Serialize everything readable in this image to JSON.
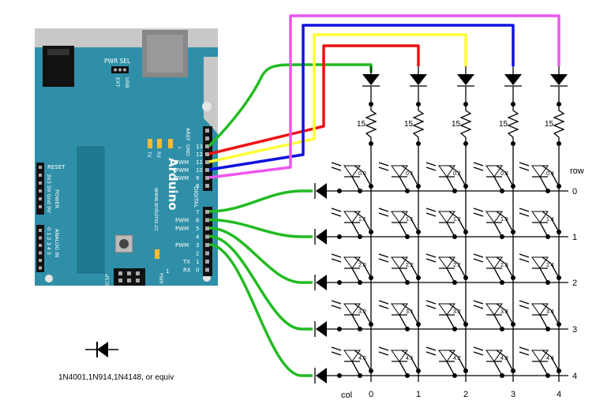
{
  "board": {
    "brand": "Arduino",
    "url": "www.arduino.cc",
    "pwr_sel": "PWR SEL",
    "ext": "EXT",
    "usb": "USB",
    "icsp": "ICSP",
    "pwr": "PWR",
    "one": "1",
    "tx": "TX",
    "rx": "RX",
    "l": "L",
    "digital": "DIGITAL",
    "aref": "AREF",
    "gnd": "GND",
    "reset": "RESET",
    "v33": "3V3",
    "power_pins": "5V Gnd 9V",
    "power": "POWER",
    "analog_in": "ANALOG IN",
    "analog_pins": "0 1 2 3 4 5",
    "pwm": "PWM",
    "digital_pins": [
      "13",
      "12",
      "11",
      "10",
      "9",
      "8",
      "7",
      "6",
      "5",
      "4",
      "3",
      "2",
      "1",
      "0"
    ]
  },
  "resistor_value": "15",
  "row_title": "row",
  "col_title": "col",
  "rows": [
    "0",
    "1",
    "2",
    "3",
    "4"
  ],
  "cols": [
    "0",
    "1",
    "2",
    "3",
    "4"
  ],
  "led_labels": [
    [
      "0.0",
      "0.1",
      "0.2",
      "0.3",
      "0.4"
    ],
    [
      "1.1",
      "1.1",
      "1.2",
      "1.3",
      "1.4"
    ],
    [
      "2.0",
      "2.2",
      "2.2",
      "2.3",
      "2.4"
    ],
    [
      "3.0",
      "3.1",
      "3.2",
      "3.3",
      "3.4"
    ],
    [
      "4.0",
      "4.1",
      "4.2",
      "4.3",
      "4.4"
    ]
  ],
  "diode_legend": "1N4001,1N914,1N4148, or equiv",
  "colors": {
    "board": "#2f8fa8",
    "green": "#22bb22",
    "red": "#ee1111",
    "yellow": "#ffff33",
    "blue": "#1111dd",
    "magenta": "#ee55ee"
  }
}
